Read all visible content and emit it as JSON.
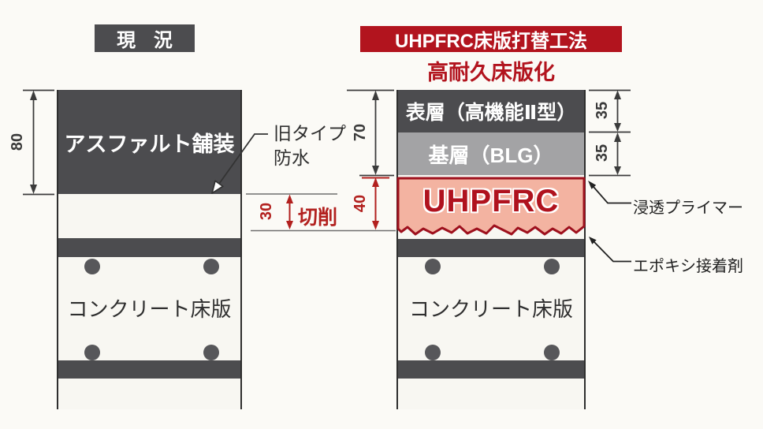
{
  "colors": {
    "paper": "#fbfaf6",
    "dark_gray": "#4c4c4f",
    "mid_gray": "#a3a3a5",
    "banner_red": "#b2141e",
    "dim_red": "#b2201e",
    "pink": "#f3b3a1",
    "dark_red": "#9e101d"
  },
  "left": {
    "title": "現 況",
    "asphalt_label": "アスファルト舗装",
    "deck_label": "コンクリート床版",
    "dim_total": "80",
    "waterproof_line1": "旧タイプ",
    "waterproof_line2": "防水",
    "dim_cut": "30",
    "cut_label": "切削"
  },
  "right": {
    "banner": "UHPFRC床版打替工法",
    "subtitle": "高耐久床版化",
    "surface_label": "表層（高機能Ⅱ型）",
    "base_label": "基層（BLG）",
    "uhpfrc_label": "UHPFRC",
    "deck_label": "コンクリート床版",
    "dim_pavement": "70",
    "dim_uhpfrc": "40",
    "dim_surface": "35",
    "dim_base": "35",
    "primer_label": "浸透プライマー",
    "epoxy_label": "エポキシ接着剤"
  }
}
